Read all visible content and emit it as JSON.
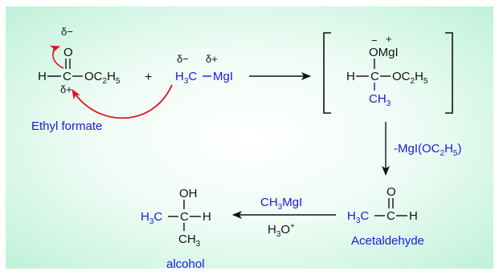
{
  "colors": {
    "background_center": "#ffffff",
    "background_edge": "#b9f0d6",
    "blue_text": "#1a1ad6",
    "black_text": "#111111",
    "red_arrow": "#e0141e"
  },
  "ethyl_formate": {
    "delta_minus": "δ−",
    "carbonyl_o": "O",
    "h_left": "H",
    "carbon": "C",
    "ester_group": "OC",
    "ester_sub": "2",
    "ester_h": "H",
    "ester_h_sub": "5",
    "delta_plus": "δ+",
    "label": "Ethyl formate"
  },
  "plus_sign": "+",
  "grignard": {
    "delta_minus": "δ−",
    "delta_plus": "δ+",
    "methyl": "H",
    "methyl_sub": "3",
    "methyl_c": "C",
    "mgi": "MgI"
  },
  "intermediate": {
    "minus_charge": "−",
    "plus_charge": "+",
    "omgi": "OMgI",
    "h_left": "H",
    "carbon": "C",
    "ester_group": "OC",
    "ester_sub": "2",
    "ester_h": "H",
    "ester_h_sub": "5",
    "methyl": "CH",
    "methyl_sub": "3"
  },
  "elimination": {
    "prefix": "-MgI(OC",
    "sub": "2",
    "middle": "H",
    "sub2": "5",
    "suffix": ")"
  },
  "acetaldehyde": {
    "o": "O",
    "methyl": "H",
    "methyl_sub": "3",
    "methyl_c": "C",
    "carbon": "C",
    "h_right": "H",
    "label": "Acetaldehyde"
  },
  "reagents": {
    "top": "CH",
    "top_sub": "3",
    "top_suffix": "MgI",
    "bottom": "H",
    "bottom_sub": "3",
    "bottom_o": "O",
    "bottom_sup": "+"
  },
  "alcohol": {
    "oh": "OH",
    "methyl": "H",
    "methyl_sub": "3",
    "methyl_c": "C",
    "carbon": "C",
    "h_right": "H",
    "bottom_methyl": "CH",
    "bottom_methyl_sub": "3",
    "label": "alcohol"
  }
}
